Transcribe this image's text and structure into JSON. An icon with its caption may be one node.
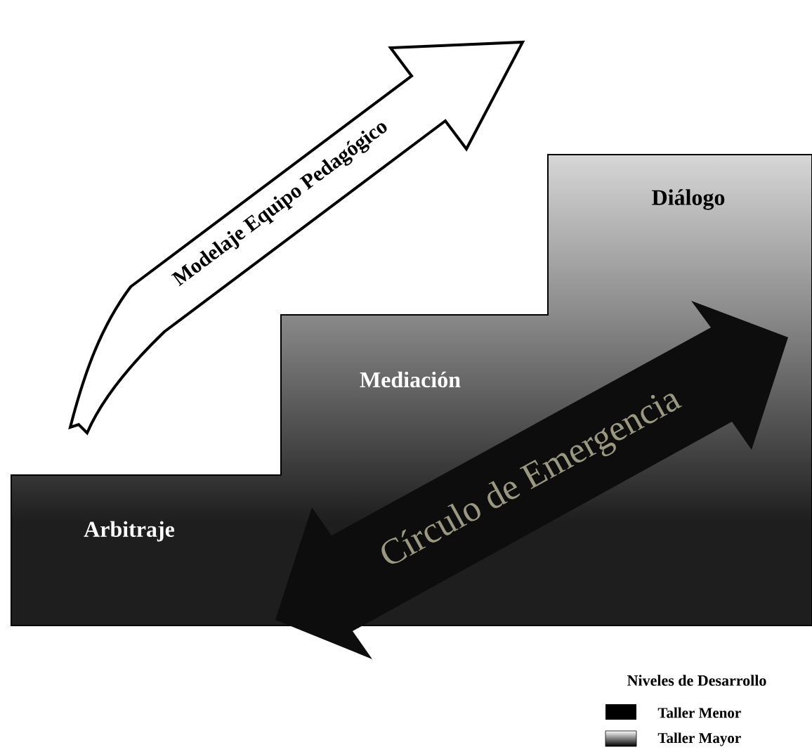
{
  "diagram": {
    "nodes": [
      {
        "text": [
          "Arbitraje"
        ]
      },
      {
        "text": [
          "Mediación"
        ]
      },
      {
        "text": [
          "Diálogo"
        ]
      }
    ],
    "labels": [
      "Modelaje Equipo Pedagógico",
      "Círculo de Emergencia",
      "Niveles de Desarrollo"
    ],
    "legend": [
      {
        "text": "Taller Menor",
        "color": "#000000"
      },
      {
        "text": "Taller Mayor"
      }
    ]
  }
}
